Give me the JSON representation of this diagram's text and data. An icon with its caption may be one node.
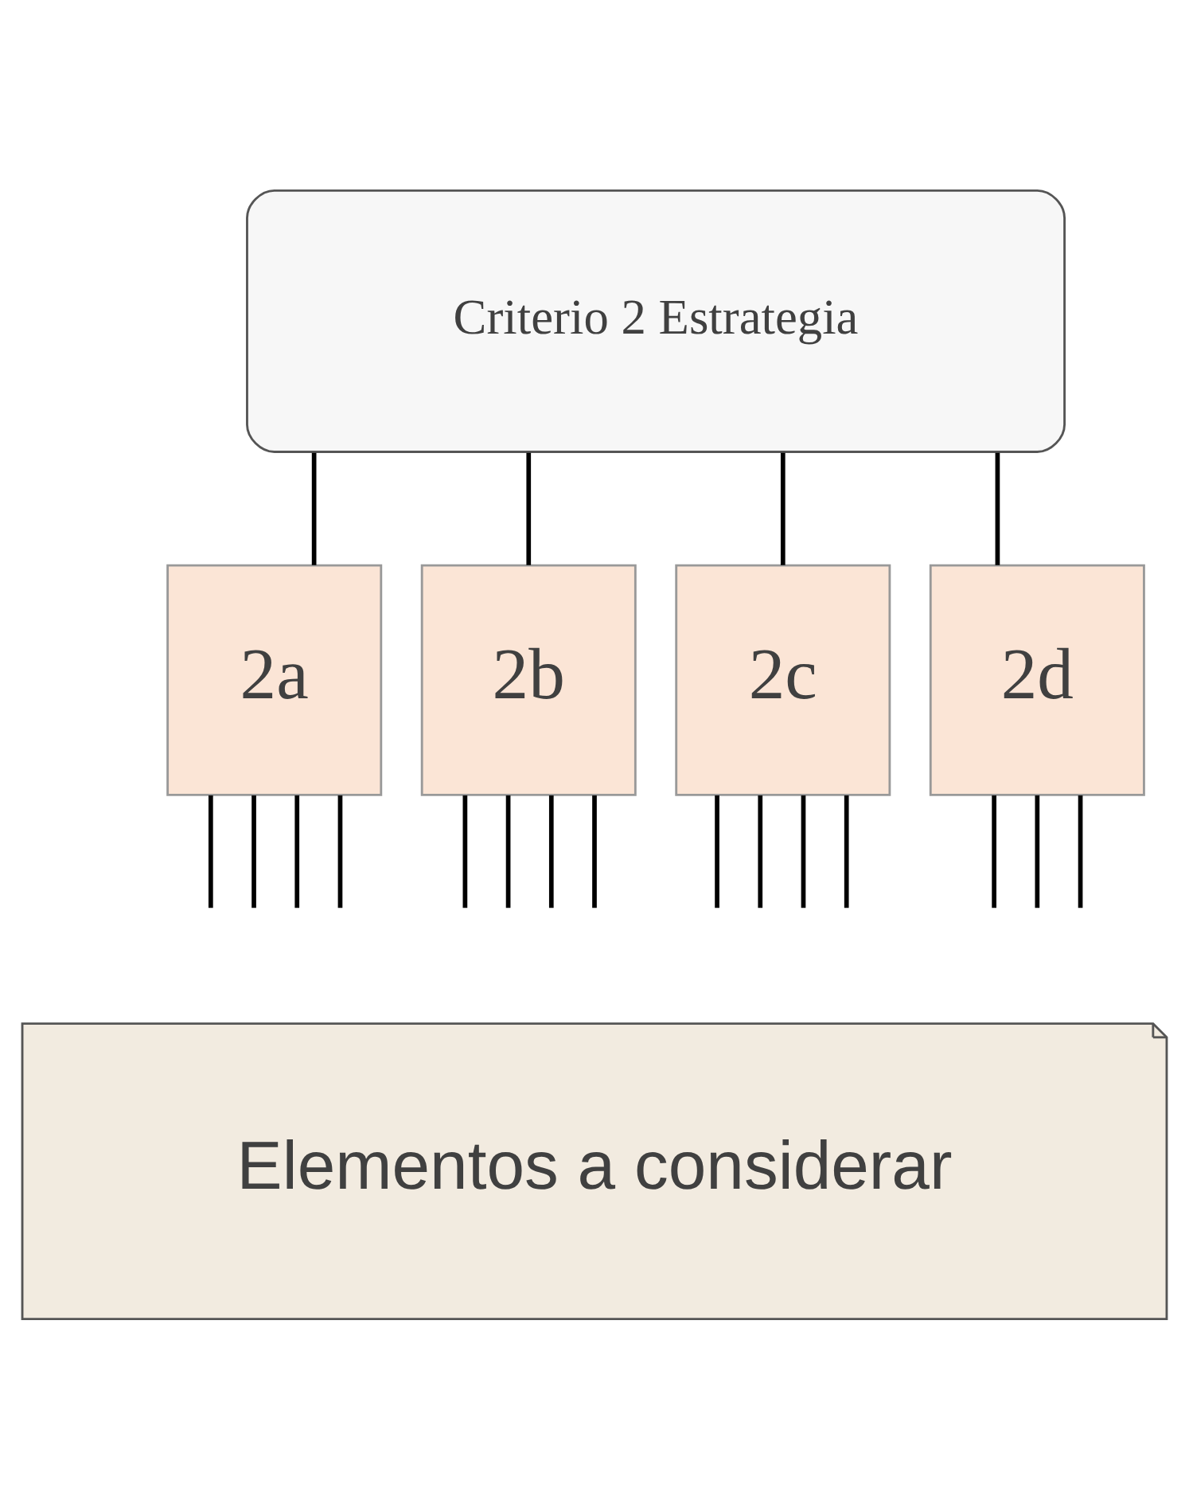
{
  "diagram": {
    "nodes": [
      {
        "text": [
          "Criterio 2 Estrategia"
        ]
      },
      {
        "text": [
          "2a"
        ]
      },
      {
        "text": [
          "2b"
        ]
      },
      {
        "text": [
          "2c"
        ]
      },
      {
        "text": [
          "2d"
        ]
      },
      {
        "text": [
          "Elementos a considerar"
        ]
      }
    ],
    "edges": [
      {
        "from": 0,
        "to": 1,
        "arrow": "none"
      },
      {
        "from": 0,
        "to": 2,
        "arrow": "none"
      },
      {
        "from": 0,
        "to": 3,
        "arrow": "none"
      },
      {
        "from": 0,
        "to": 4,
        "arrow": "none"
      },
      {
        "from": 1,
        "to": null,
        "arrow": "none"
      },
      {
        "from": 1,
        "to": null,
        "arrow": "none"
      },
      {
        "from": 1,
        "to": null,
        "arrow": "none"
      },
      {
        "from": 1,
        "to": null,
        "arrow": "none"
      },
      {
        "from": 2,
        "to": null,
        "arrow": "none"
      },
      {
        "from": 2,
        "to": null,
        "arrow": "none"
      },
      {
        "from": 2,
        "to": null,
        "arrow": "none"
      },
      {
        "from": 2,
        "to": null,
        "arrow": "none"
      },
      {
        "from": 3,
        "to": null,
        "arrow": "none"
      },
      {
        "from": 3,
        "to": null,
        "arrow": "none"
      },
      {
        "from": 3,
        "to": null,
        "arrow": "none"
      },
      {
        "from": 3,
        "to": null,
        "arrow": "none"
      },
      {
        "from": 4,
        "to": null,
        "arrow": "none"
      },
      {
        "from": 4,
        "to": null,
        "arrow": "none"
      },
      {
        "from": 4,
        "to": null,
        "arrow": "none"
      }
    ]
  }
}
